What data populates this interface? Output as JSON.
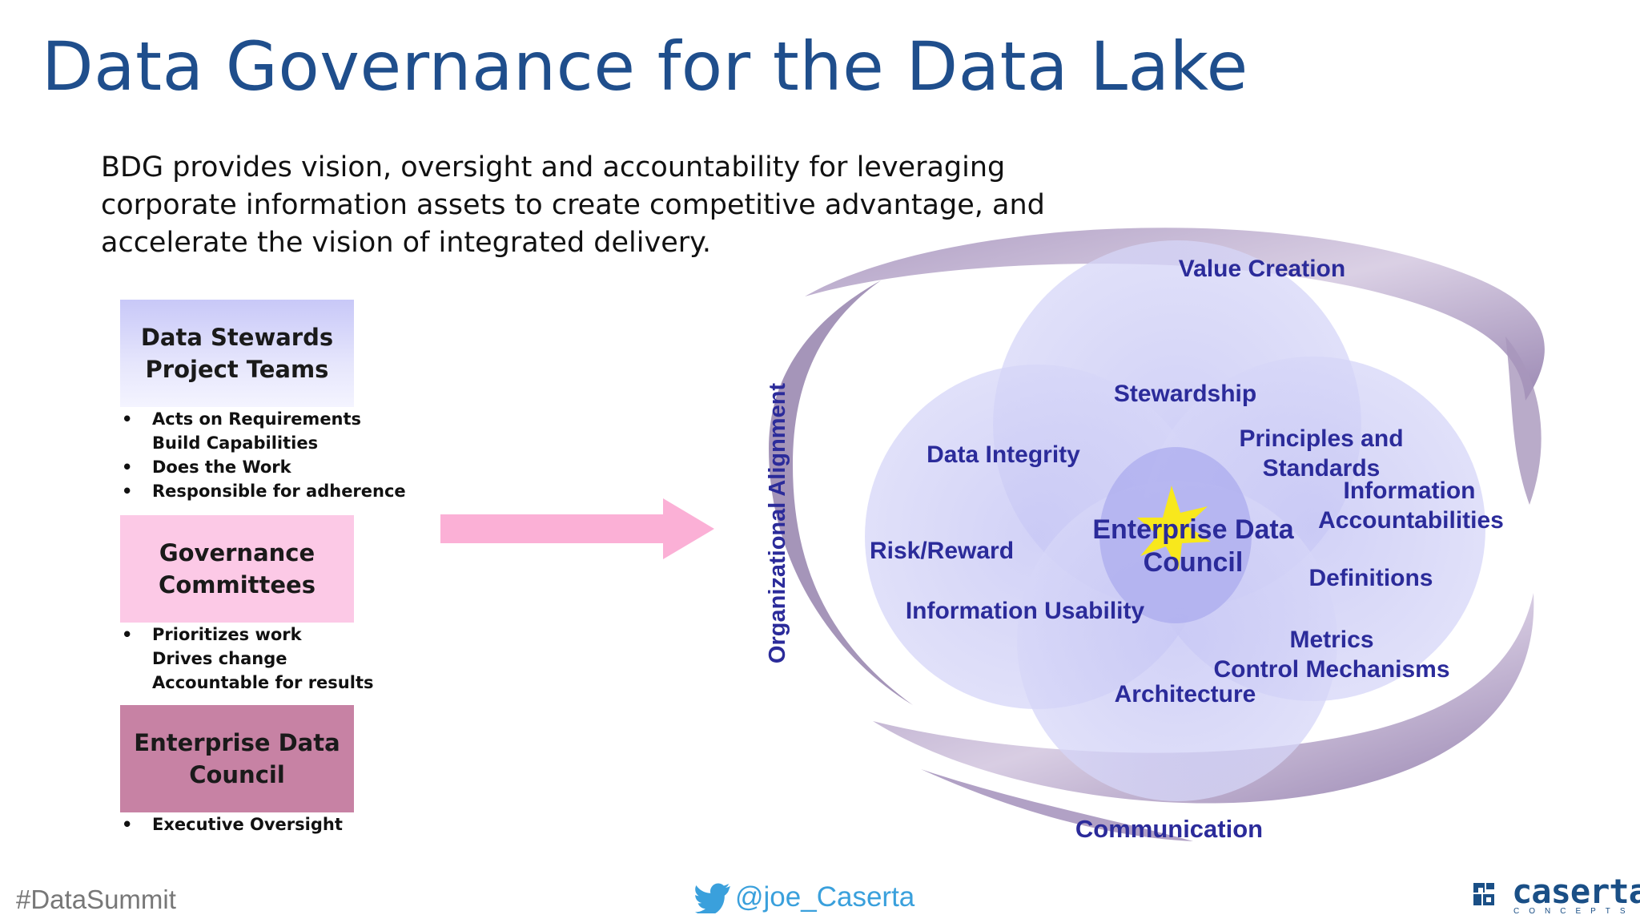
{
  "title": "Data Governance for the Data Lake",
  "intro": "BDG provides vision, oversight and accountability for leveraging corporate information assets to create competitive advantage, and accelerate the vision of integrated delivery.",
  "tiers": [
    {
      "label": "Data Stewards\nProject Teams",
      "color": "#c8c8f8",
      "items": [
        {
          "text": "Acts on Requirements",
          "bullet": true
        },
        {
          "text": "Build Capabilities",
          "bullet": false
        },
        {
          "text": "Does the Work",
          "bullet": true
        },
        {
          "text": "Responsible for adherence",
          "bullet": true
        }
      ]
    },
    {
      "label": "Governance\nCommittees",
      "color": "#fcc9e6",
      "items": [
        {
          "text": "Prioritizes work",
          "bullet": true
        },
        {
          "text": "Drives change",
          "bullet": false
        },
        {
          "text": "Accountable for results",
          "bullet": false
        }
      ]
    },
    {
      "label": "Enterprise Data\nCouncil",
      "color": "#c782a4",
      "items": [
        {
          "text": "Executive Oversight",
          "bullet": true
        }
      ]
    }
  ],
  "diagram": {
    "ring_top": "Value Creation",
    "ring_bottom": "Communication",
    "ring_left": "Organizational Alignment",
    "center_line1": "Enterprise Data",
    "center_line2": "Council",
    "stewardship": "Stewardship",
    "principles_line1": "Principles and",
    "principles_line2": "Standards",
    "data_integrity": "Data Integrity",
    "information_line1": "Information",
    "information_line2": "Accountabilities",
    "risk_reward": "Risk/Reward",
    "definitions": "Definitions",
    "information_usability": "Information Usability",
    "metrics": "Metrics",
    "control_mechanisms": "Control Mechanisms",
    "architecture": "Architecture"
  },
  "footer": {
    "hashtag": "#DataSummit",
    "twitter_handle": "@joe_Caserta",
    "logo_word": "caserta",
    "logo_sub": "CONCEPTS"
  },
  "colors": {
    "title": "#1f4e8c",
    "petal": "#b4b4f0",
    "ring": "#8e7aa8",
    "arrow": "#fbb0d6",
    "diagram_text": "#2b2b9a",
    "twitter": "#3aa0dc",
    "logo": "#1a4f86"
  }
}
